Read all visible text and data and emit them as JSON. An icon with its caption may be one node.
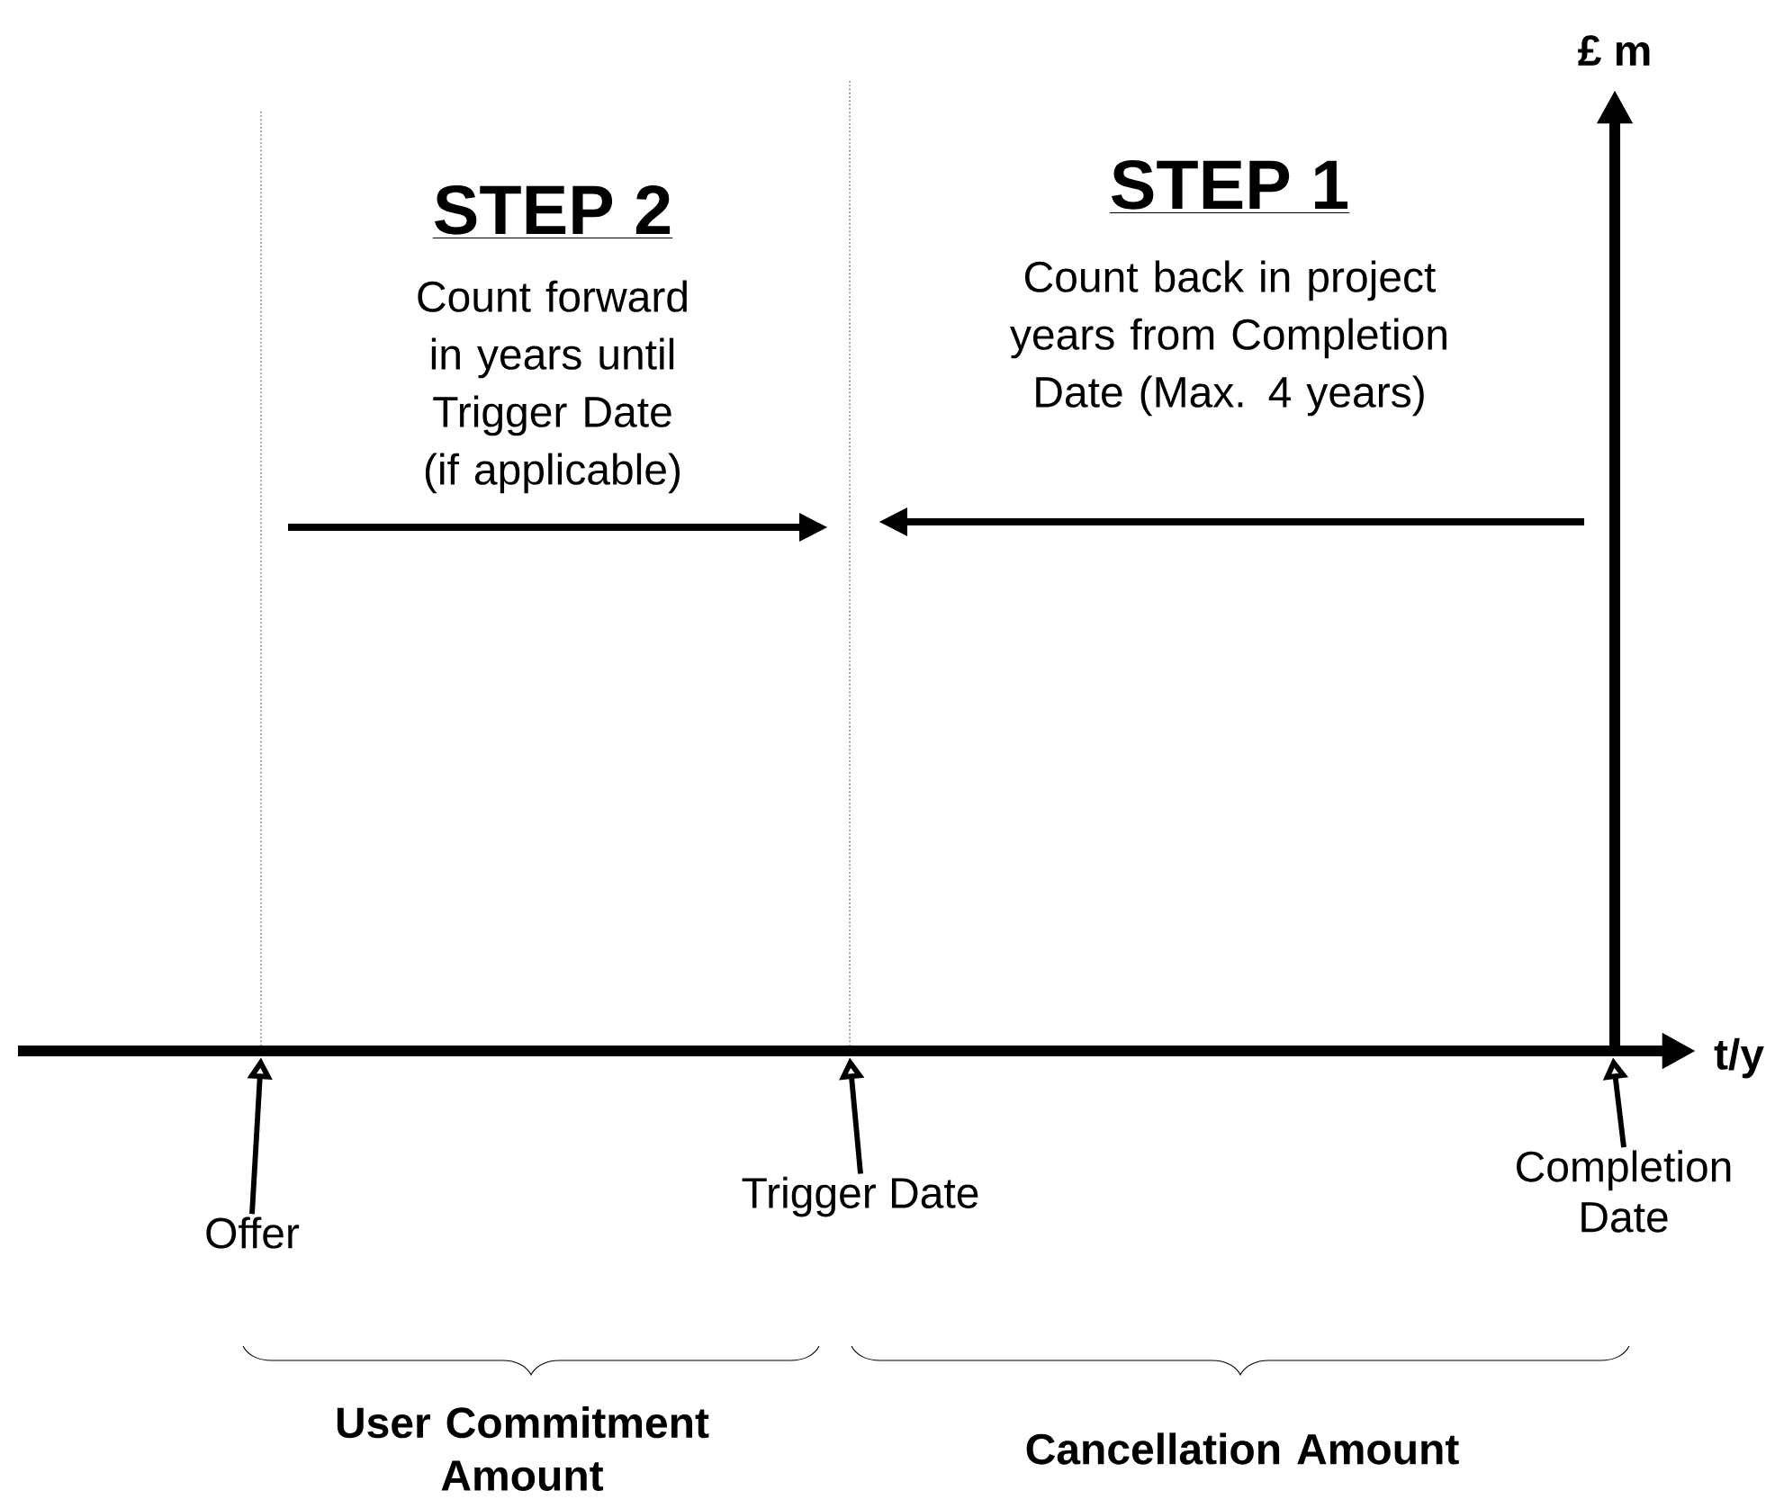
{
  "diagram": {
    "nodes": [
      {
        "text": [
          "Offer"
        ]
      },
      {
        "text": [
          "Trigger Date"
        ]
      },
      {
        "text": [
          "Completion Date"
        ]
      },
      {
        "text": [],
        "shape": "arrow"
      }
    ],
    "edges": [
      {
        "from": 0,
        "to": 3,
        "arrow": "to"
      },
      {
        "from": 1,
        "to": 3,
        "arrow": "to"
      },
      {
        "from": 2,
        "to": 3,
        "arrow": "to"
      }
    ],
    "labels": [
      "£ m",
      "STEP 2",
      "Count forward in years until Trigger Date (if applicable)",
      "STEP 1",
      "Count back in project years from Completion Date (Max. 4 years)",
      "t/y",
      "User Commitment Amount",
      "Cancellation Amount"
    ]
  }
}
